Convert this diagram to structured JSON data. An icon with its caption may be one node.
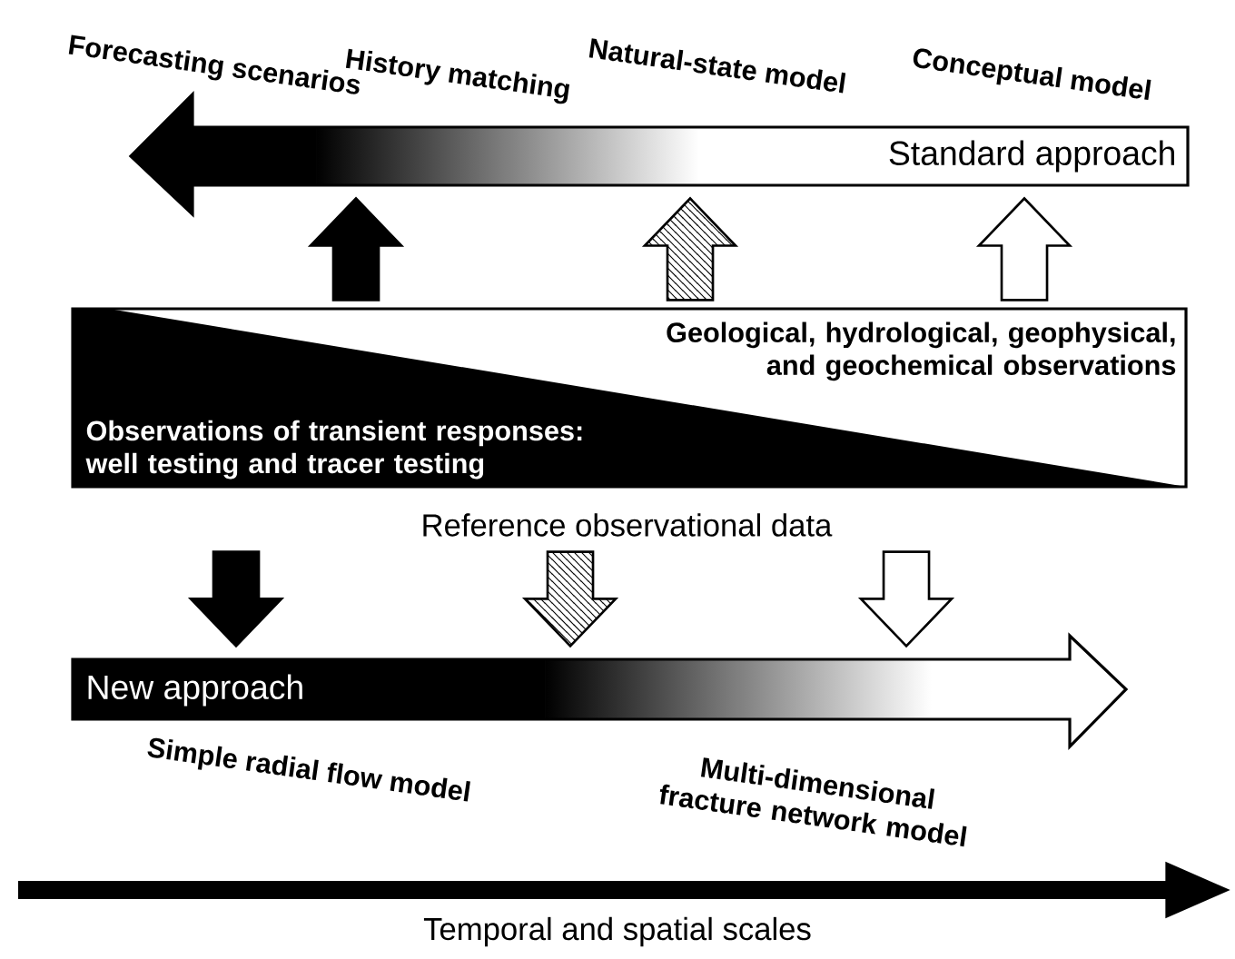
{
  "diagram": {
    "nodes": [
      {
        "text": [
          "Geological, hydrological, geophysical, and geochemical observations",
          "Observations of transient responses: well testing and tracer testing"
        ],
        "beside": [
          "Reference observational data"
        ]
      },
      {
        "text": [
          "Standard approach"
        ],
        "beside": [
          "Forecasting scenarios",
          "History matching",
          "Natural-state model",
          "Conceptual model"
        ]
      },
      {
        "text": [
          "New approach"
        ],
        "beside": [
          "Simple radial flow model",
          "Multi-dimensional fracture network model"
        ]
      }
    ],
    "edges": [
      {
        "from": 0,
        "to": 1,
        "arrow": "to",
        "color": "#000000"
      },
      {
        "from": 0,
        "to": 1,
        "arrow": "to"
      },
      {
        "from": 0,
        "to": 1,
        "arrow": "to",
        "color": "#ffffff"
      },
      {
        "from": 0,
        "to": 2,
        "arrow": "to",
        "color": "#000000"
      },
      {
        "from": 0,
        "to": 2,
        "arrow": "to"
      },
      {
        "from": 0,
        "to": 2,
        "arrow": "to",
        "color": "#ffffff"
      }
    ],
    "labels": [
      "Temporal and spatial scales"
    ]
  }
}
